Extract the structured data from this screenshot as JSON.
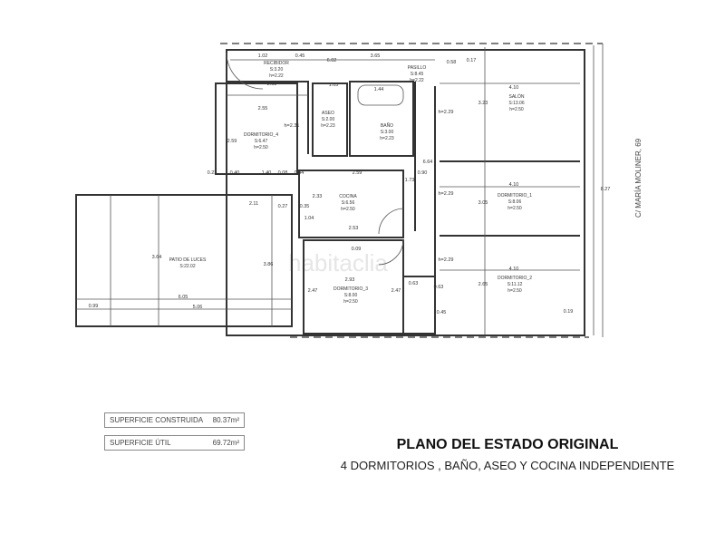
{
  "plan": {
    "rooms": [
      {
        "name": "RECIBIDOR",
        "area": "S:3.20",
        "height": "h=2.22"
      },
      {
        "name": "PASILLO",
        "area": "S:8.45",
        "height": "h=2.22"
      },
      {
        "name": "ASEO",
        "area": "S:2.00",
        "height": "h=2.23"
      },
      {
        "name": "BAÑO",
        "area": "S:3.00",
        "height": "h=2.23"
      },
      {
        "name": "DORMITORIO_4",
        "area": "S:6.47",
        "height": "h=2.50"
      },
      {
        "name": "SALÓN",
        "area": "S:13.06",
        "height": "h=2.50"
      },
      {
        "name": "DORMITORIO_1",
        "area": "S:8.06",
        "height": "h=2.50"
      },
      {
        "name": "DORMITORIO_2",
        "area": "S:11.12",
        "height": "h=2.50"
      },
      {
        "name": "COCINA",
        "area": "S:6.56",
        "height": "h=2.50"
      },
      {
        "name": "PATIO DE LUCES",
        "area": "S:22.02",
        "height": ""
      },
      {
        "name": "DORMITORIO_3",
        "area": "S:8.00",
        "height": "h=2.50"
      }
    ],
    "dimensions": [
      "1.02",
      "0.45",
      "6.02",
      "3.65",
      "0.58",
      "0.17",
      "2.05",
      "1.05",
      "1.44",
      "2.55",
      "2.59",
      "0.23",
      "0.40",
      "1.40",
      "0.08",
      "0.44",
      "2.59",
      "0.90",
      "1.73",
      "6.64",
      "4.10",
      "3.23",
      "4.10",
      "3.05",
      "4.10",
      "2.65",
      "8.27",
      "0.19",
      "0.45",
      "2.11",
      "0.27",
      "0.35",
      "2.33",
      "1.04",
      "2.53",
      "0.09",
      "2.93",
      "2.47",
      "2.47",
      "0.63",
      "0.63",
      "3.64",
      "3.86",
      "6.05",
      "0.99",
      "5.06",
      "h=2.31",
      "h=2.29",
      "h=2.29",
      "h=2.29"
    ],
    "street": "C/ MARÍA MOLINER, 69",
    "watermark": "habitaclia"
  },
  "areas": [
    {
      "label": "SUPERFICIE CONSTRUIDA",
      "value": "80.37m²"
    },
    {
      "label": "SUPERFICIE ÚTIL",
      "value": "69.72m²"
    }
  ],
  "title": "PLANO DEL ESTADO ORIGINAL",
  "subtitle": "4 DORMITORIOS , BAÑO, ASEO Y COCINA INDEPENDIENTE"
}
